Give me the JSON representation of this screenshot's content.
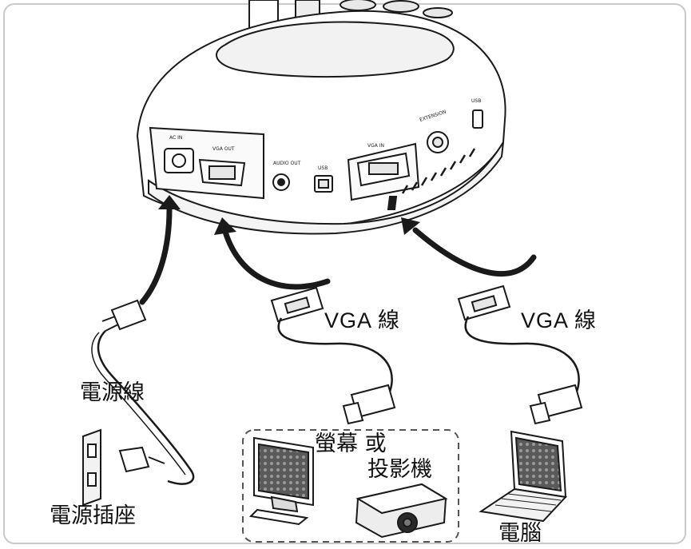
{
  "ports": {
    "ac_in": "AC IN",
    "vga_out": "VGA OUT",
    "audio_out": "AUDIO OUT",
    "usb": "USB",
    "vga_in": "VGA IN",
    "extension": "EXTENSION",
    "usb_top": "USB"
  },
  "labels": {
    "vga_cable_1": "VGA  線",
    "vga_cable_2": "VGA  線",
    "power_cord": "電源線",
    "power_outlet": "電源插座",
    "monitor": "螢幕  或",
    "projector": "投影機",
    "computer": "電腦"
  },
  "colors": {
    "line": "#1a1a1a",
    "frame": "#c9c9c9",
    "dashed": "#555555"
  }
}
